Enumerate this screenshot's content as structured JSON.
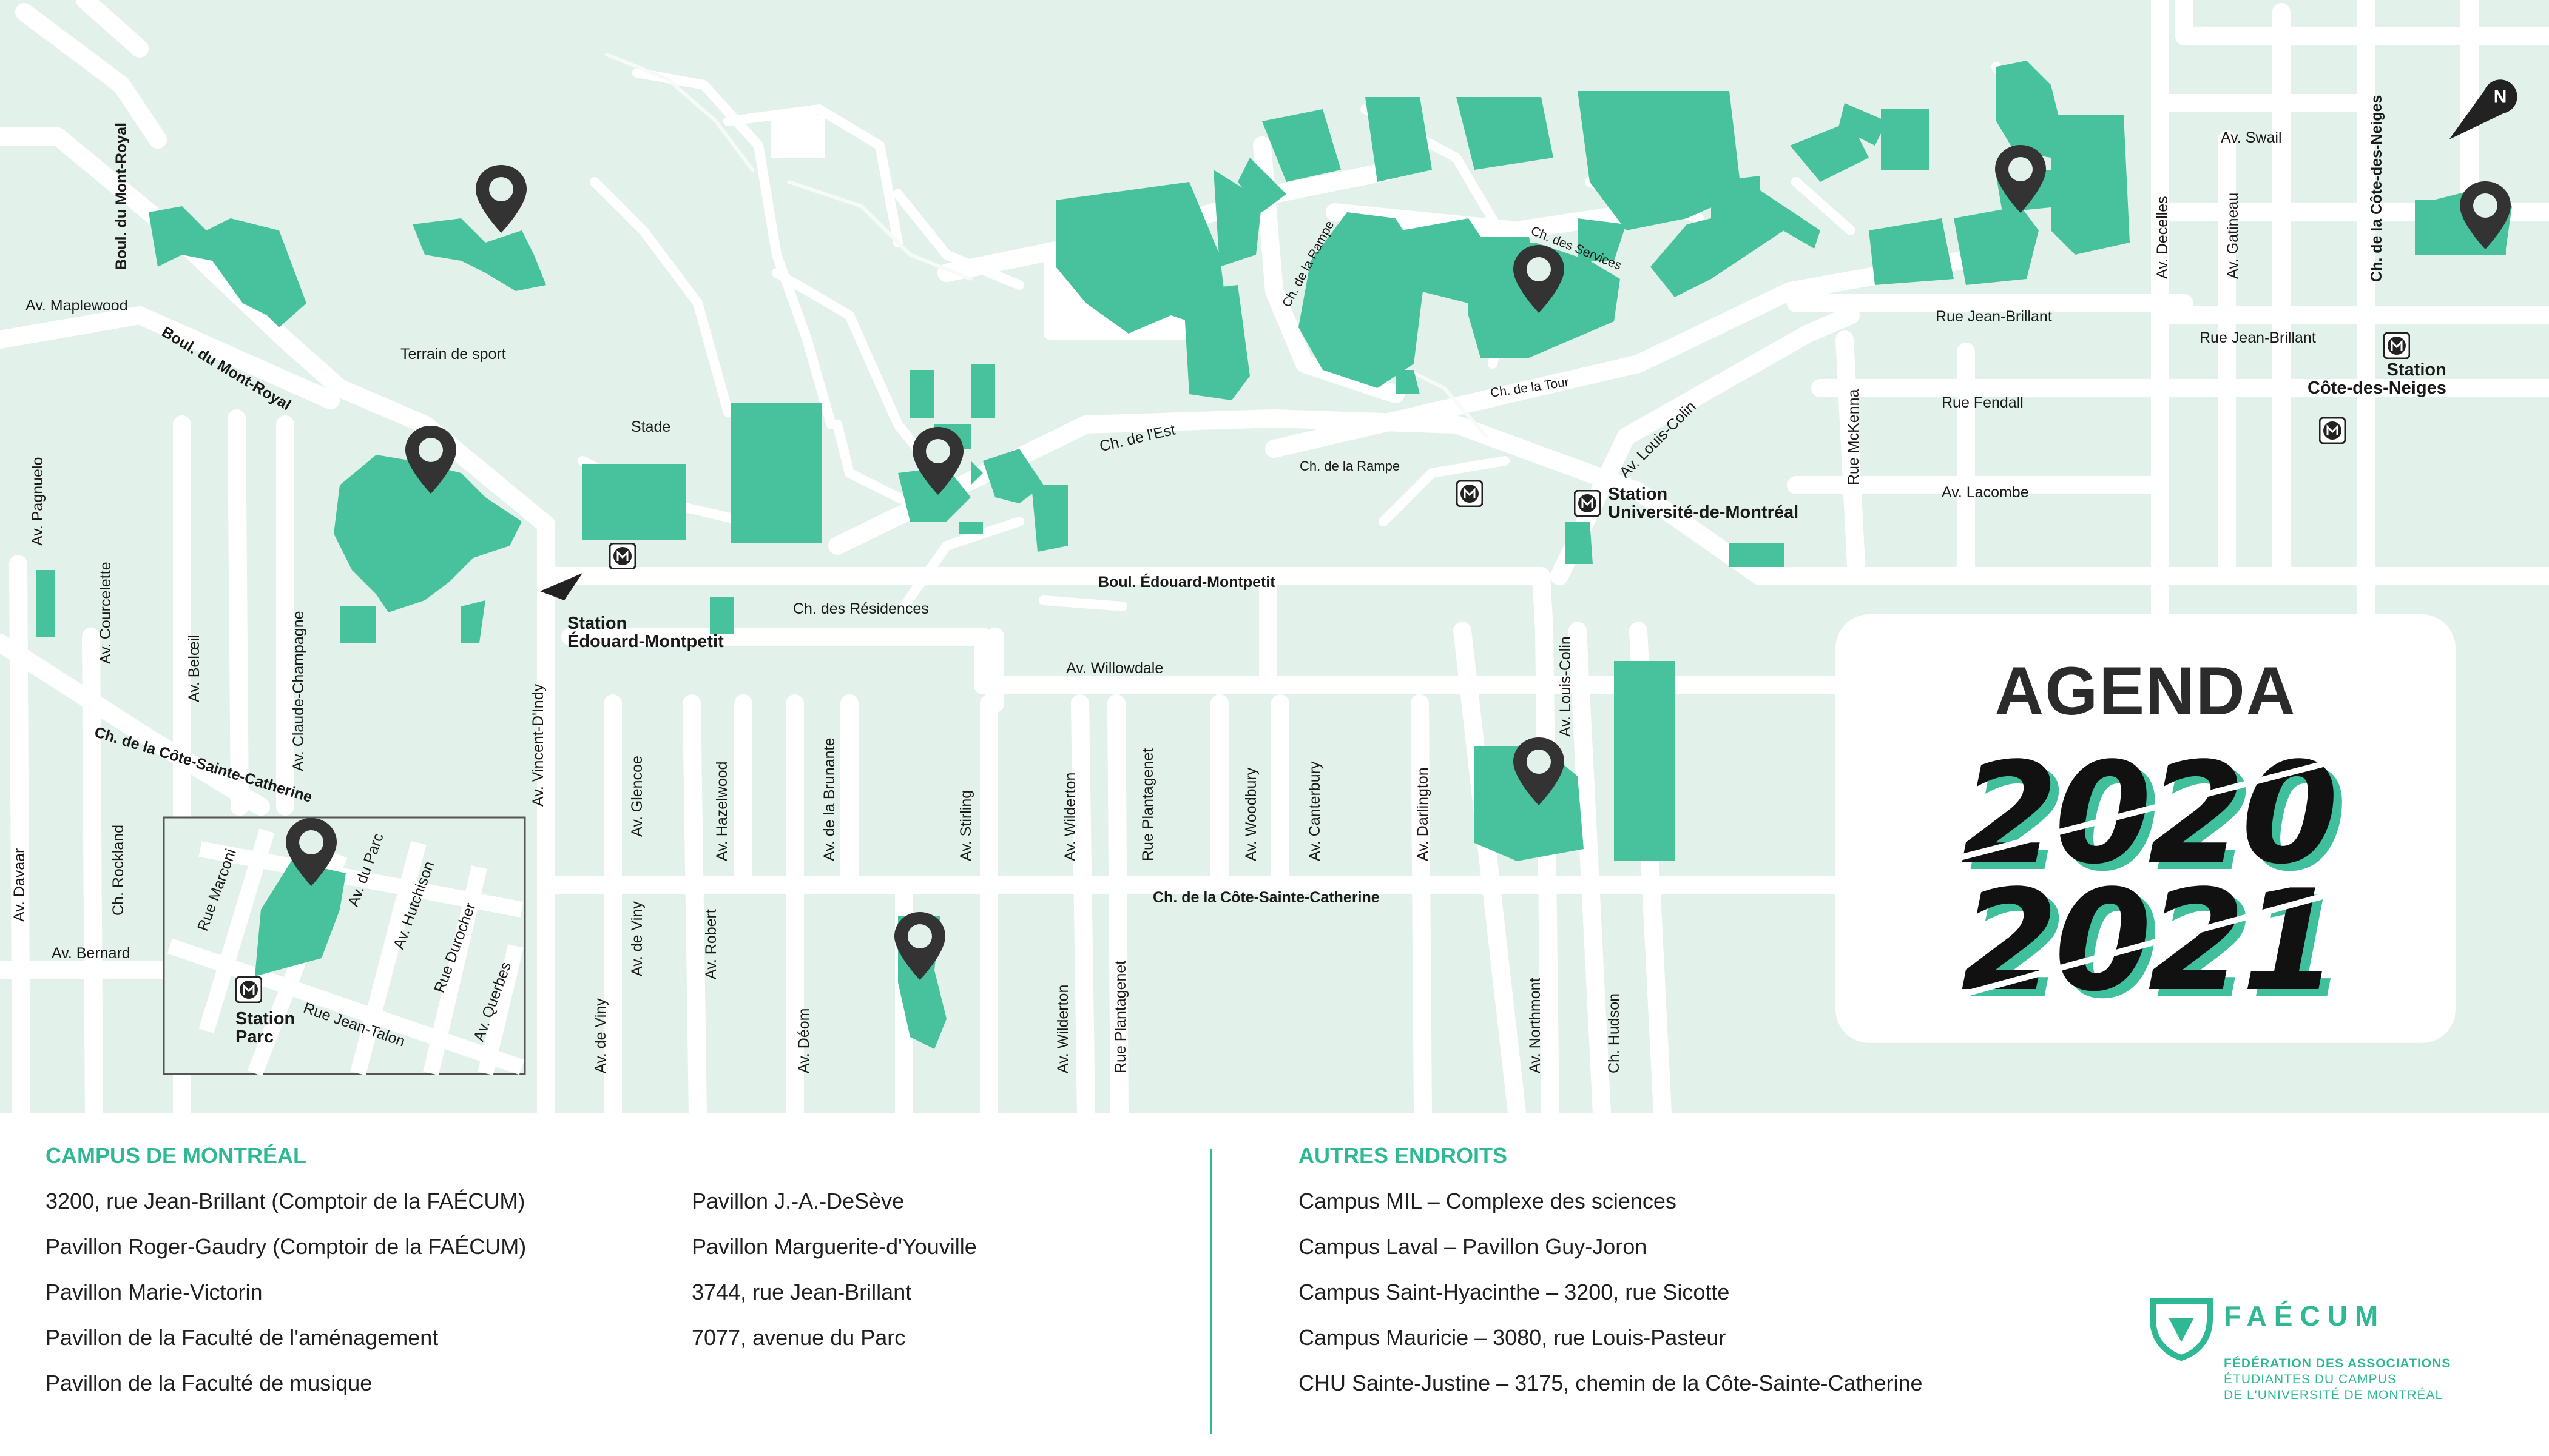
{
  "colors": {
    "background": "#e2f2ea",
    "road": "#ffffff",
    "building": "#48c19d",
    "pin": "#333333",
    "accent": "#2fb894",
    "text": "#1a1a1a"
  },
  "map": {
    "streets": {
      "boul_mont_royal_v": "Boul. du Mont-Royal",
      "boul_mont_royal_d": "Boul. du Mont-Royal",
      "maplewood": "Av. Maplewood",
      "terrain_sport": "Terrain de sport",
      "stade": "Stade",
      "pagnuelo": "Av. Pagnuelo",
      "courcelette": "Av. Courcelette",
      "beloeil": "Av. Belœil",
      "claude_champagne": "Av. Claude-Champagne",
      "cote_ste_catherine_d": "Ch. de la Côte-Sainte-Catherine",
      "davaar": "Av. Davaar",
      "rockland": "Ch. Rockland",
      "bernard": "Av. Bernard",
      "vincent_dindy": "Av. Vincent-D'Indy",
      "residences": "Ch. des Résidences",
      "willowdale": "Av. Willowdale",
      "edouard_montpetit": "Boul. Édouard-Montpetit",
      "ch_de_lest": "Ch. de l'Est",
      "ch_rampe_1": "Ch. de la Rampe",
      "ch_rampe_2": "Ch. de la Rampe",
      "ch_services": "Ch. des Services",
      "ch_tour": "Ch. de la Tour",
      "louis_colin_1": "Av. Louis-Colin",
      "louis_colin_2": "Av. Louis-Colin",
      "jean_brillant_1": "Rue Jean-Brillant",
      "jean_brillant_2": "Rue Jean-Brillant",
      "fendall": "Rue Fendall",
      "lacombe": "Av. Lacombe",
      "mckenna": "Rue McKenna",
      "decelles": "Av. Decelles",
      "gatineau": "Av. Gatineau",
      "swail": "Av. Swail",
      "cote_des_neiges": "Ch. de la Côte-des-Neiges",
      "glencoe": "Av. Glencoe",
      "hazelwood": "Av. Hazelwood",
      "brunante": "Av. de la Brunante",
      "stirling": "Av. Stirling",
      "wilderton_1": "Av. Wilderton",
      "plantagenet_1": "Rue Plantagenet",
      "woodbury": "Av. Woodbury",
      "canterbury": "Av. Canterbury",
      "darlington": "Av. Darlington",
      "cote_ste_catherine_h": "Ch. de la Côte-Sainte-Catherine",
      "viny_1": "Av. de Viny",
      "viny_2": "Av. de Viny",
      "robert": "Av. Robert",
      "deom": "Av. Déom",
      "wilderton_2": "Av. Wilderton",
      "plantagenet_2": "Rue Plantagenet",
      "northmont": "Av. Northmont",
      "hudson": "Ch. Hudson"
    },
    "stations": {
      "edouard_montpetit": "Station\nÉdouard-Montpetit",
      "universite": "Station\nUniversité-de-Montréal",
      "cote_des_neiges": "Station\nCôte-des-Neiges",
      "parc": "Station\nParc"
    },
    "inset": {
      "marconi": "Rue Marconi",
      "du_parc": "Av. du Parc",
      "hutchison": "Av. Hutchison",
      "durocher": "Rue Durocher",
      "querbes": "Av. Querbes",
      "jean_talon": "Rue Jean-Talon"
    },
    "compass_label": "N",
    "icons": {
      "pin": "map-pin-icon",
      "metro": "metro-icon",
      "compass": "north-arrow-icon"
    }
  },
  "agenda": {
    "title": "AGENDA",
    "year1": "2020",
    "year2": "2021"
  },
  "legend": {
    "campus_montreal": {
      "heading": "CAMPUS DE MONTRÉAL",
      "col1": [
        "3200, rue Jean-Brillant (Comptoir de la FAÉCUM)",
        "Pavillon Roger-Gaudry (Comptoir de la FAÉCUM)",
        "Pavillon Marie-Victorin",
        "Pavillon de la Faculté de l'aménagement",
        "Pavillon de la Faculté de musique"
      ],
      "col2": [
        "Pavillon J.-A.-DeSève",
        "Pavillon Marguerite-d'Youville",
        "3744, rue Jean-Brillant",
        "7077, avenue du Parc"
      ]
    },
    "autres_endroits": {
      "heading": "AUTRES ENDROITS",
      "items": [
        "Campus MIL – Complexe des sciences",
        "Campus Laval – Pavillon Guy-Joron",
        "Campus Saint-Hyacinthe – 3200, rue Sicotte",
        "Campus Mauricie – 3080, rue Louis-Pasteur",
        "CHU Sainte-Justine – 3175, chemin de la Côte-Sainte-Catherine"
      ]
    }
  },
  "logo": {
    "wordmark": "FAÉCUM",
    "line1": "FÉDÉRATION DES ASSOCIATIONS",
    "line2": "ÉTUDIANTES DU CAMPUS",
    "line3": "DE L'UNIVERSITÉ DE MONTRÉAL"
  }
}
